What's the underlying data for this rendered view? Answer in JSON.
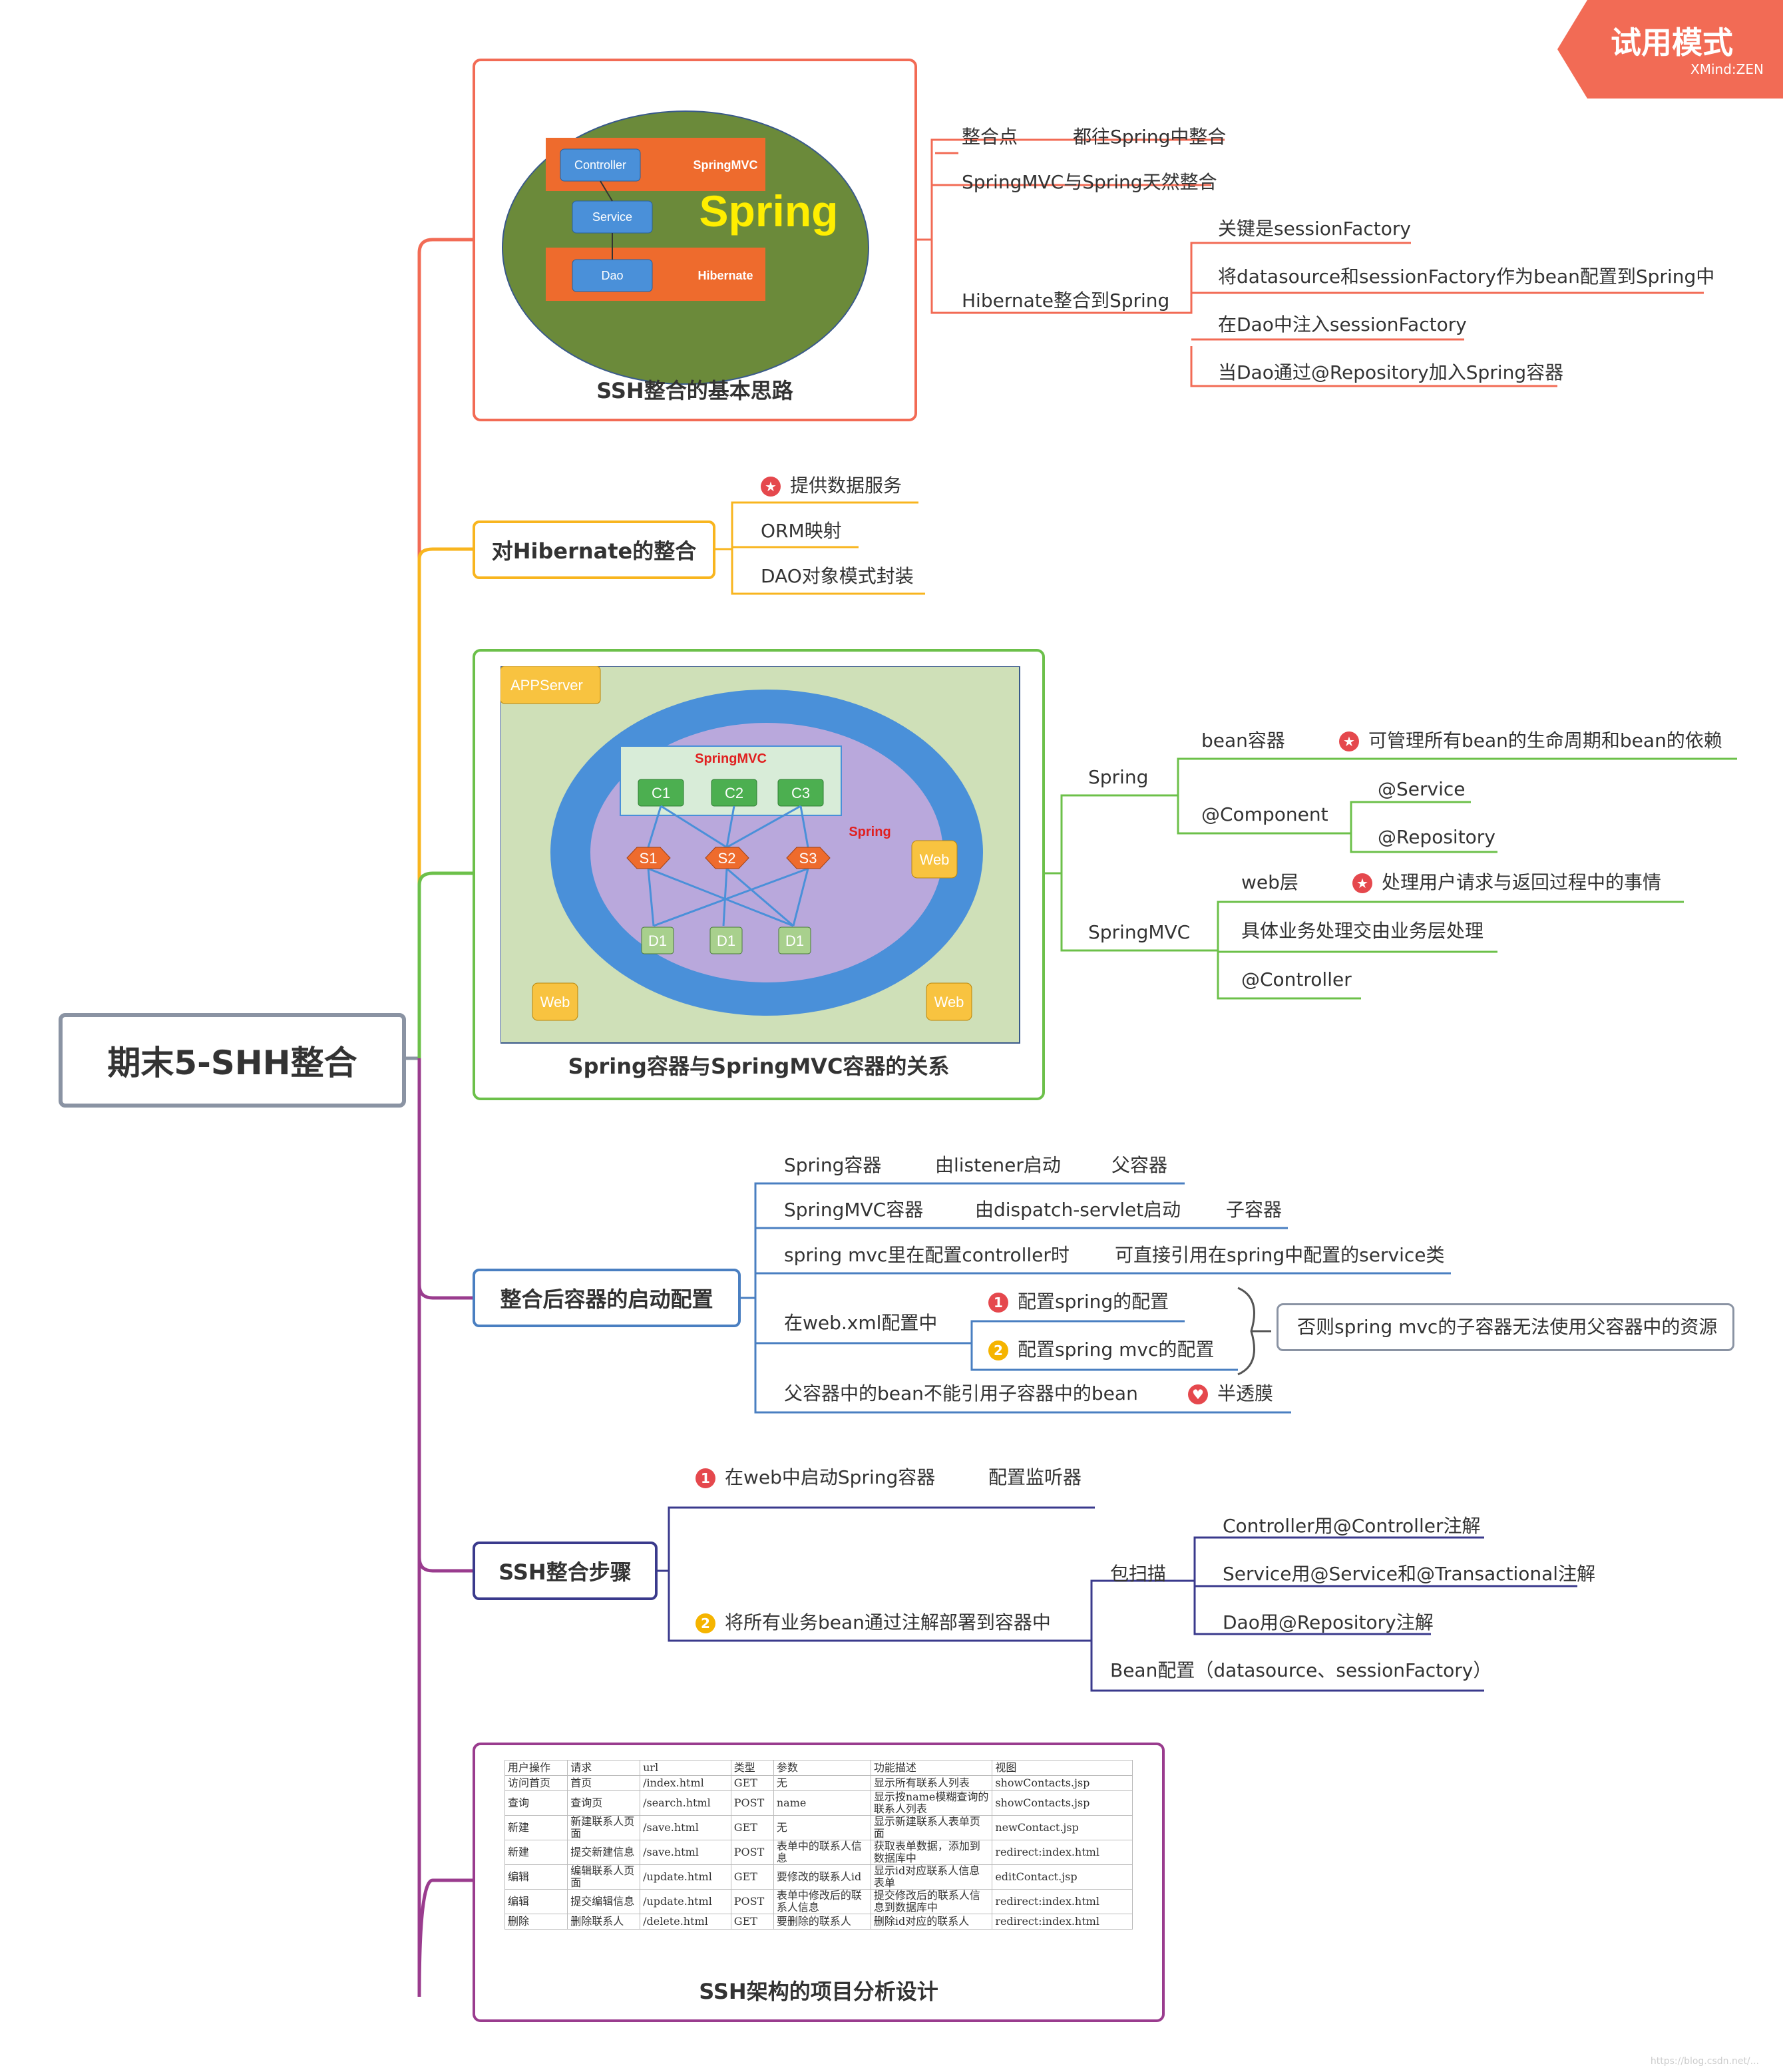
{
  "trial_badge": {
    "title": "试用模式",
    "subtitle": "XMind:ZEN"
  },
  "root": {
    "label": "期末5-SHH整合"
  },
  "branch1": {
    "caption": "SSH整合的基本思路",
    "image": {
      "controller": "Controller",
      "service": "Service",
      "dao": "Dao",
      "springmvc": "SpringMVC",
      "hibernate": "Hibernate",
      "spring": "Spring"
    },
    "r1a": "整合点",
    "r1b": "都往Spring中整合",
    "r2": "SpringMVC与Spring天然整合",
    "r3": "Hibernate整合到Spring",
    "r3_children": [
      "关键是sessionFactory",
      "将datasource和sessionFactory作为bean配置到Spring中",
      "在Dao中注入sessionFactory",
      "当Dao通过@Repository加入Spring容器"
    ]
  },
  "branch2": {
    "label": "对Hibernate的整合",
    "children": [
      "提供数据服务",
      "ORM映射",
      "DAO对象模式封装"
    ]
  },
  "branch3": {
    "caption": "Spring容器与SpringMVC容器的关系",
    "image": {
      "appserver": "APPServer",
      "springmvc": "SpringMVC",
      "spring": "Spring",
      "c": [
        "C1",
        "C2",
        "C3"
      ],
      "s": [
        "S1",
        "S2",
        "S3"
      ],
      "d": [
        "D1",
        "D1",
        "D1"
      ],
      "web": "Web"
    },
    "spring": {
      "label": "Spring",
      "bean": "bean容器",
      "bean_note": "可管理所有bean的生命周期和bean的依赖",
      "component": "@Component",
      "service": "@Service",
      "repository": "@Repository"
    },
    "mvc": {
      "label": "SpringMVC",
      "web": "web层",
      "web_note": "处理用户请求与返回过程中的事情",
      "biz": "具体业务处理交由业务层处理",
      "ctrl": "@Controller"
    }
  },
  "branch4": {
    "label": "整合后容器的启动配置",
    "r1": [
      "Spring容器",
      "由listener启动",
      "父容器"
    ],
    "r2": [
      "SpringMVC容器",
      "由dispatch-servlet启动",
      "子容器"
    ],
    "r3": [
      "spring mvc里在配置controller时",
      "可直接引用在spring中配置的service类"
    ],
    "r4": "在web.xml配置中",
    "r4_children": [
      "配置spring的配置",
      "配置spring mvc的配置"
    ],
    "r4_summary": "否则spring mvc的子容器无法使用父容器中的资源",
    "r5": [
      "父容器中的bean不能引用子容器中的bean",
      "半透膜"
    ],
    "num1": "1",
    "num2": "2"
  },
  "branch5": {
    "label": "SSH整合步骤",
    "s1": [
      "在web中启动Spring容器",
      "配置监听器"
    ],
    "s2": "将所有业务bean通过注解部署到容器中",
    "scan": "包扫描",
    "scan_children": [
      "Controller用@Controller注解",
      "Service用@Service和@Transactional注解",
      "Dao用@Repository注解"
    ],
    "bean": "Bean配置（datasource、sessionFactory）",
    "num1": "1",
    "num2": "2"
  },
  "branch6": {
    "caption": "SSH架构的项目分析设计",
    "table": [
      [
        "用户操作",
        "请求",
        "url",
        "类型",
        "参数",
        "功能描述",
        "视图"
      ],
      [
        "访问首页",
        "首页",
        "/index.html",
        "GET",
        "无",
        "显示所有联系人列表",
        "showContacts.jsp"
      ],
      [
        "查询",
        "查询页",
        "/search.html",
        "POST",
        "name",
        "显示按name模糊查询的联系人列表",
        "showContacts.jsp"
      ],
      [
        "新建",
        "新建联系人页面",
        "/save.html",
        "GET",
        "无",
        "显示新建联系人表单页面",
        "newContact.jsp"
      ],
      [
        "新建",
        "提交新建信息",
        "/save.html",
        "POST",
        "表单中的联系人信息",
        "获取表单数据，添加到数据库中",
        "redirect:index.html"
      ],
      [
        "编辑",
        "编辑联系人页面",
        "/update.html",
        "GET",
        "要修改的联系人id",
        "显示id对应联系人信息表单",
        "editContact.jsp"
      ],
      [
        "编辑",
        "提交编辑信息",
        "/update.html",
        "POST",
        "表单中修改后的联系人信息",
        "提交修改后的联系人信息到数据库中",
        "redirect:index.html"
      ],
      [
        "删除",
        "删除联系人",
        "/delete.html",
        "GET",
        "要删除的联系人",
        "删除id对应的联系人",
        "redirect:index.html"
      ]
    ]
  },
  "colors": {
    "b1": "#f26b55",
    "b2": "#f8b51f",
    "b3": "#6cc04a",
    "b4": "#4a7fc1",
    "b5": "#3a3a8c",
    "b6": "#9a3c8e",
    "root": "#8a93a3"
  }
}
